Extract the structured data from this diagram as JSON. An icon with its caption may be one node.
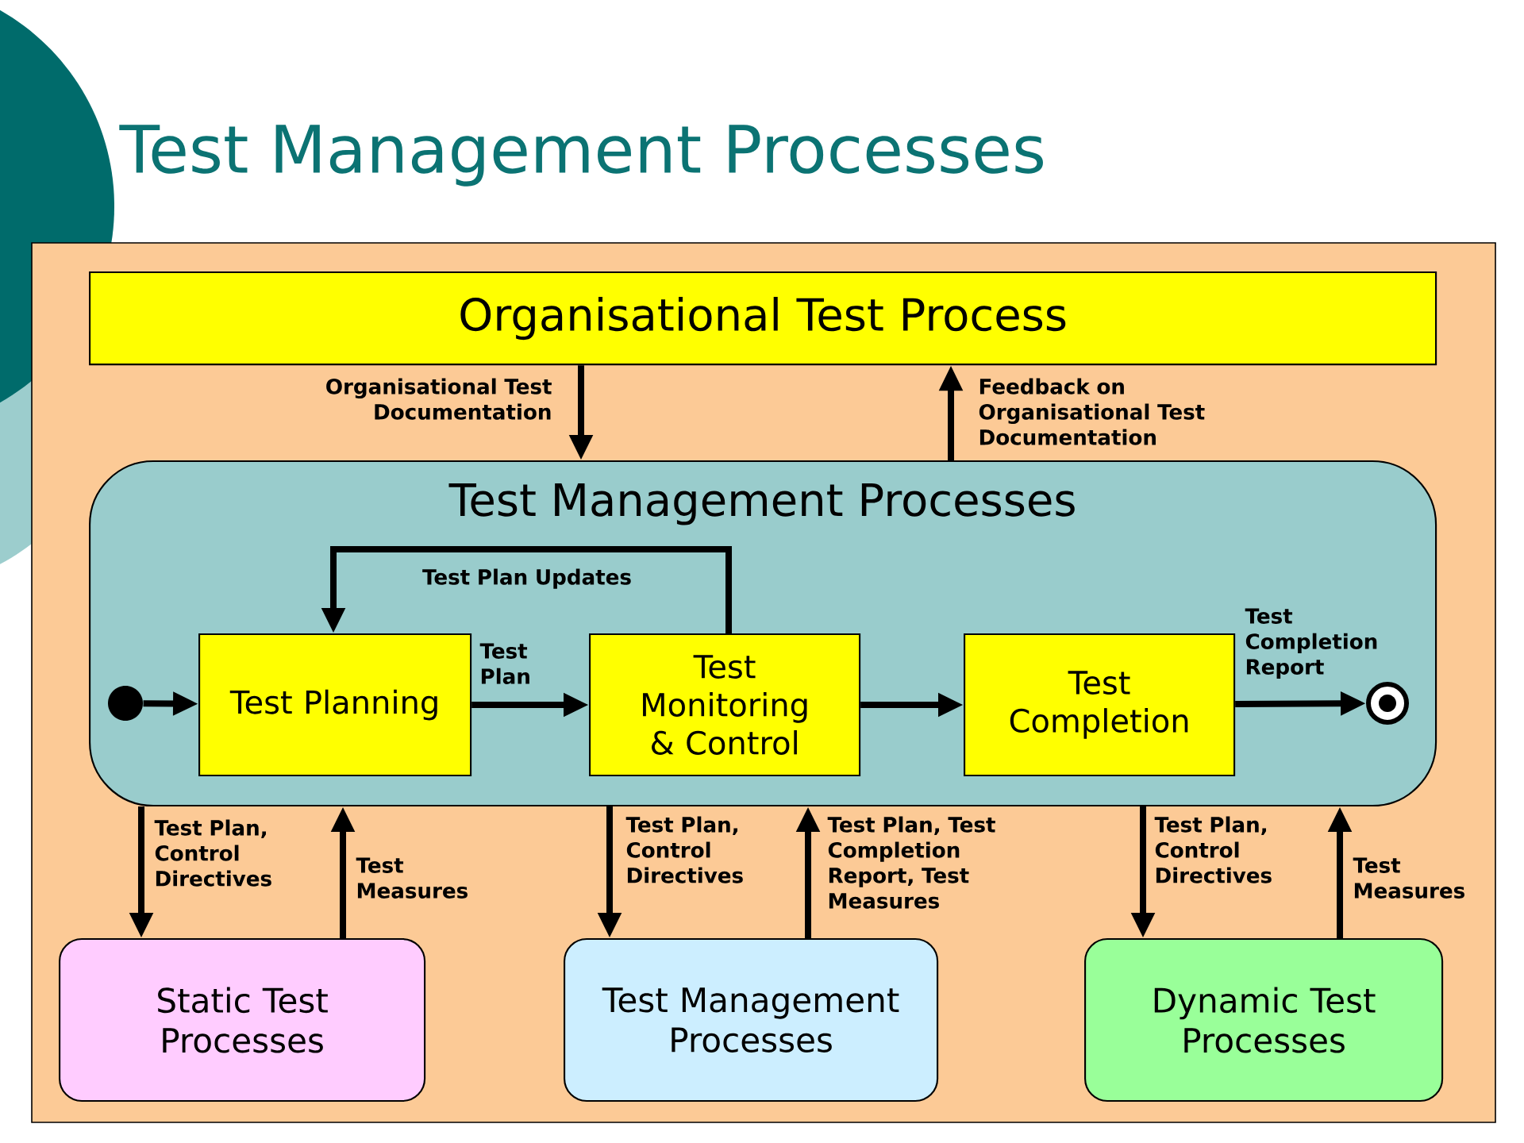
{
  "diagram": {
    "title": "Test Management Processes",
    "nodes": [
      {
        "text": [
          "Organisational Test Process"
        ]
      },
      {
        "text": [
          "Test Management Processes"
        ]
      },
      {
        "text": [],
        "shape": "circle",
        "in": 1
      },
      {
        "text": [
          "Test Planning"
        ],
        "in": 1
      },
      {
        "text": [
          "Test Monitoring & Control"
        ],
        "in": 1
      },
      {
        "text": [
          "Test Completion"
        ],
        "in": 1
      },
      {
        "text": [],
        "shape": "circle",
        "in": 1
      },
      {
        "text": [
          "Static Test Processes"
        ]
      },
      {
        "text": [
          "Test Management Processes"
        ]
      },
      {
        "text": [
          "Dynamic Test Processes"
        ]
      }
    ],
    "edges": [
      {
        "from": 0,
        "to": 1,
        "arrow": "to",
        "label": "Organisational Test Documentation"
      },
      {
        "from": 1,
        "to": 0,
        "arrow": "to",
        "label": "Feedback on Organisational Test Documentation"
      },
      {
        "from": 4,
        "to": 3,
        "arrow": "to",
        "label": "Test Plan Updates"
      },
      {
        "from": 2,
        "to": 3,
        "arrow": "to"
      },
      {
        "from": 3,
        "to": 4,
        "arrow": "to",
        "label": "Test Plan"
      },
      {
        "from": 4,
        "to": 5,
        "arrow": "to"
      },
      {
        "from": 5,
        "to": 6,
        "arrow": "to",
        "label": "Test Completion Report"
      },
      {
        "from": 1,
        "to": 7,
        "arrow": "to",
        "label": "Test Plan, Control Directives"
      },
      {
        "from": 7,
        "to": 1,
        "arrow": "to",
        "label": "Test Measures"
      },
      {
        "from": 1,
        "to": 8,
        "arrow": "to",
        "label": "Test Plan, Control Directives"
      },
      {
        "from": 8,
        "to": 1,
        "arrow": "to",
        "label": "Test Plan, Test Completion Report, Test Measures"
      },
      {
        "from": 1,
        "to": 9,
        "arrow": "to",
        "label": "Test Plan, Control Directives"
      },
      {
        "from": 9,
        "to": 1,
        "arrow": "to",
        "label": "Test Measures"
      }
    ]
  }
}
